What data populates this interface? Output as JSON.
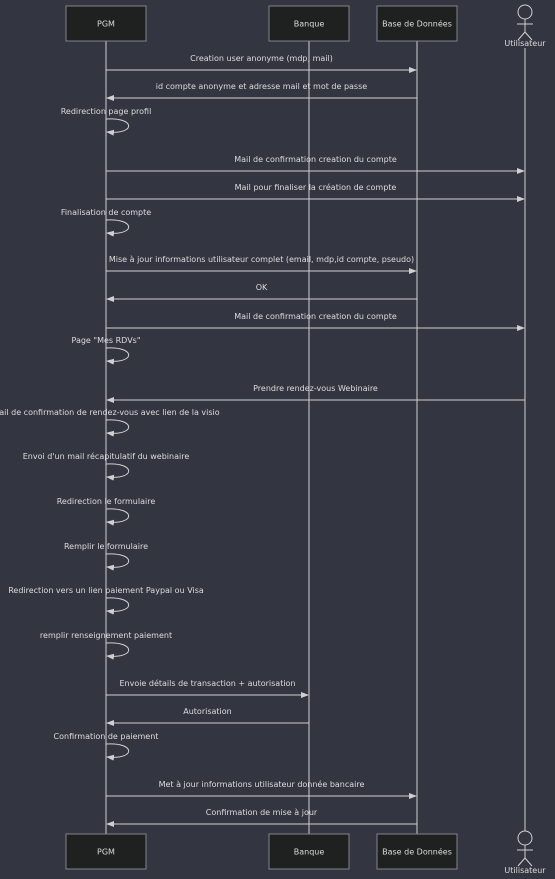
{
  "participants": [
    {
      "id": "pgm",
      "label": "PGM",
      "kind": "box"
    },
    {
      "id": "banque",
      "label": "Banque",
      "kind": "box"
    },
    {
      "id": "bdd",
      "label": "Base de Données",
      "kind": "box"
    },
    {
      "id": "user",
      "label": "Utilisateur",
      "kind": "actor"
    }
  ],
  "messages": [
    {
      "from": "pgm",
      "to": "bdd",
      "text": "Creation user anonyme (mdp, mail)"
    },
    {
      "from": "bdd",
      "to": "pgm",
      "text": "id compte anonyme et adresse mail et mot de passe"
    },
    {
      "from": "pgm",
      "to": "pgm",
      "text": "Redirection page profil"
    },
    {
      "from": "pgm",
      "to": "user",
      "text": "Mail de confirmation creation du compte"
    },
    {
      "from": "pgm",
      "to": "user",
      "text": "Mail pour finaliser la création de compte"
    },
    {
      "from": "pgm",
      "to": "pgm",
      "text": "Finalisation de compte"
    },
    {
      "from": "pgm",
      "to": "bdd",
      "text": "Mise à jour informations utilisateur complet (email, mdp,id compte, pseudo)"
    },
    {
      "from": "bdd",
      "to": "pgm",
      "text": "OK"
    },
    {
      "from": "pgm",
      "to": "user",
      "text": "Mail de confirmation creation du compte"
    },
    {
      "from": "pgm",
      "to": "pgm",
      "text": "Page \"Mes RDVs\""
    },
    {
      "from": "user",
      "to": "pgm",
      "text": "Prendre rendez-vous Webinaire"
    },
    {
      "from": "pgm",
      "to": "pgm",
      "text": "Mail de confirmation de rendez-vous avec lien de la visio"
    },
    {
      "from": "pgm",
      "to": "pgm",
      "text": "Envoi d'un mail récapitulatif du webinaire"
    },
    {
      "from": "pgm",
      "to": "pgm",
      "text": "Redirection le formulaire"
    },
    {
      "from": "pgm",
      "to": "pgm",
      "text": "Remplir le formulaire"
    },
    {
      "from": "pgm",
      "to": "pgm",
      "text": "Redirection vers un lien paiement Paypal ou Visa"
    },
    {
      "from": "pgm",
      "to": "pgm",
      "text": "remplir renseignement paiement"
    },
    {
      "from": "pgm",
      "to": "banque",
      "text": "Envoie détails de transaction + autorisation"
    },
    {
      "from": "banque",
      "to": "pgm",
      "text": "Autorisation"
    },
    {
      "from": "pgm",
      "to": "pgm",
      "text": "Confirmation de paiement"
    },
    {
      "from": "pgm",
      "to": "bdd",
      "text": "Met à jour informations utilisateur donnée bancaire"
    },
    {
      "from": "bdd",
      "to": "pgm",
      "text": "Confirmation de mise à jour"
    }
  ],
  "colors": {
    "background": "#333641",
    "box_fill": "#1f2020",
    "box_stroke": "#81848b",
    "line": "#d0d0d0",
    "text": "#dcdcdc"
  }
}
